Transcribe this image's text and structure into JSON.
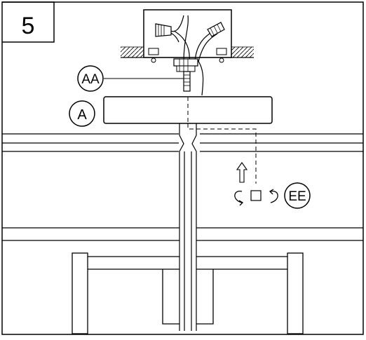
{
  "step": {
    "number": "5"
  },
  "labels": {
    "hardware_aa": "AA",
    "part_a": "A",
    "hardware_ee": "EE"
  },
  "icons": {
    "wire_nuts": "wire-nut-icon",
    "push_arrow": "up-arrow-icon",
    "rotate": "rotate-both-directions-icon",
    "set_screw": "set-screw-icon"
  }
}
